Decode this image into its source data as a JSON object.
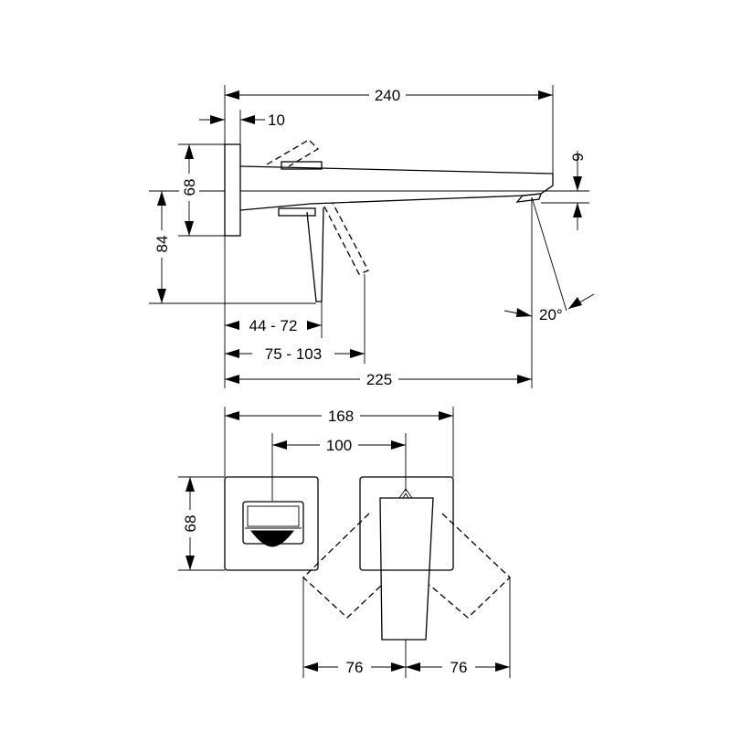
{
  "side_view": {
    "dims": {
      "total_length": "240",
      "plate_thickness": "10",
      "plate_height": "68",
      "outlet_drop": "9",
      "lever_height": "84",
      "lever_reach": "44 - 72",
      "lever_swing": "75 - 103",
      "spout_reach": "225",
      "spray_angle": "20°"
    }
  },
  "plan_view": {
    "dims": {
      "overall_width": "168",
      "center_distance": "100",
      "plate_size": "68",
      "swing_left": "76",
      "swing_right": "76"
    }
  }
}
